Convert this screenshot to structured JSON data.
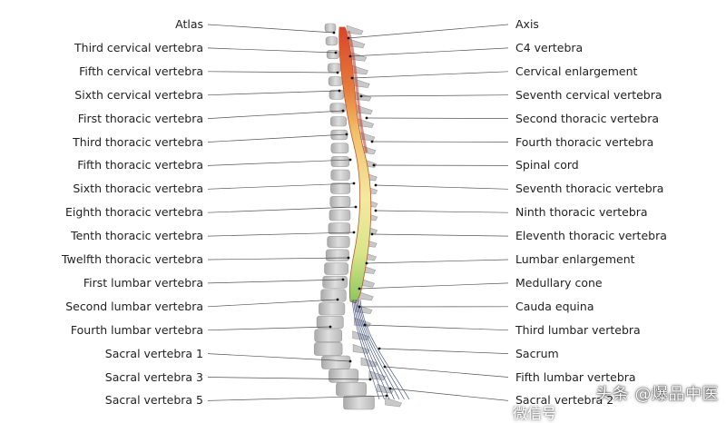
{
  "left_labels": [
    "Atlas",
    "Third cervical vertebra",
    "Fifth cervical vertebra",
    "Sixth cervical vertebra",
    "First thoracic vertebra",
    "Third thoracic vertebra",
    "Fifth thoracic vertebra",
    "Sixth thoracic vertebra",
    "Eighth thoracic vertebra",
    "Tenth thoracic vertebra",
    "Twelfth thoracic vertebra",
    "First lumbar vertebra",
    "Second lumbar vertebra",
    "Fourth lumbar vertebra",
    "Sacral vertebra 1",
    "Sacral vertebra 3",
    "Sacral vertebra 5"
  ],
  "right_labels": [
    "Axis",
    "C4 vertebra",
    "Cervical enlargement",
    "Seventh cervical vertebra",
    "Second thoracic vertebra",
    "Fourth thoracic vertebra",
    "Spinal cord",
    "Seventh thoracic vertebra",
    "Ninth thoracic vertebra",
    "Eleventh thoracic vertebra",
    "Lumbar enlargement",
    "Medullary cone",
    "Cauda equina",
    "Third lumbar vertebra",
    "Sacrum",
    "Fifth lumbar vertebra",
    "Sacral vertebra 2"
  ],
  "watermark": {
    "line1": "头条 @爆品中医",
    "line2": "微信号"
  },
  "colors": {
    "cord_top": "#d8452a",
    "cord_mid": "#f2b25a",
    "cord_low": "#f4e9a0",
    "cord_tip": "#a6d06a",
    "bone": "#c9c9c9",
    "bone_dark": "#9d9d9d",
    "leader": "#555555"
  }
}
